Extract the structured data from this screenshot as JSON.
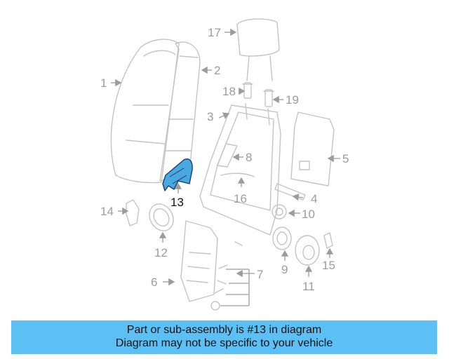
{
  "callouts": {
    "c1": "1",
    "c2": "2",
    "c3": "3",
    "c4": "4",
    "c5": "5",
    "c6": "6",
    "c7": "7",
    "c8": "8",
    "c9": "9",
    "c10": "10",
    "c11": "11",
    "c12": "12",
    "c13": "13",
    "c14": "14",
    "c15": "15",
    "c16": "16",
    "c17": "17",
    "c18": "18",
    "c19": "19"
  },
  "highlight": {
    "part": "13",
    "color": "#4aa8e0"
  },
  "banner": {
    "line1": "Part or sub-assembly is #13 in diagram",
    "line2": "Diagram may not be specific to your vehicle",
    "color": "#5cc0f5"
  }
}
